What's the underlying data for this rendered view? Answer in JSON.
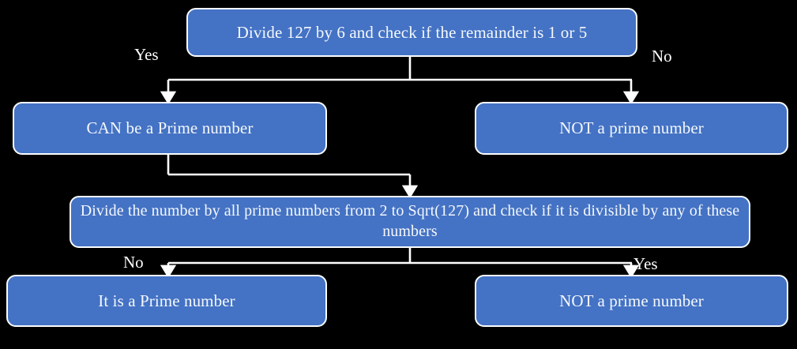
{
  "diagram": {
    "title": "Prime number check flowchart for 127",
    "background_color": "#000000",
    "node_fill_color": "#4472C4",
    "node_border_color": "#FAFCFE",
    "text_color": "#F4F8FC",
    "connector_color": "#FFFFFF",
    "nodes": [
      {
        "id": "decision",
        "text": "Divide 127 by 6 and check if the remainder is 1 or 5"
      },
      {
        "id": "can_prime",
        "text": "CAN be a Prime number"
      },
      {
        "id": "not_prime_1",
        "text": "NOT a prime number"
      },
      {
        "id": "divide_all",
        "text": "Divide the number by all prime numbers from 2 to Sqrt(127) and check if it is divisible by any of these numbers"
      },
      {
        "id": "is_prime",
        "text": "It is a Prime number"
      },
      {
        "id": "not_prime_2",
        "text": "NOT a prime number"
      }
    ],
    "edge_labels": {
      "yes_top": "Yes",
      "no_top": "No",
      "no_bottom": "No",
      "yes_bottom": "Yes"
    }
  }
}
